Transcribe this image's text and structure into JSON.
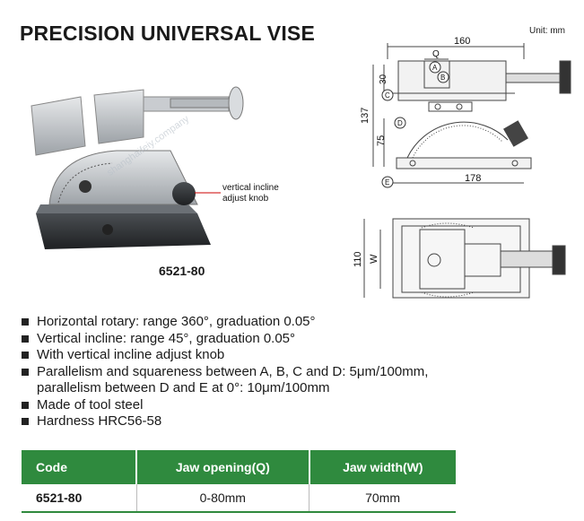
{
  "title": "PRECISION UNIVERSAL VISE",
  "unit": "Unit: mm",
  "photo": {
    "callout": [
      "vertical incline",
      "adjust knob"
    ],
    "watermark": "shanghaifeiy.company"
  },
  "model": "6521-80",
  "side_view": {
    "dim_width": "160",
    "dim_q": "Q",
    "dim_30": "30",
    "dim_137": "137",
    "dim_75": "75",
    "dim_base": "178",
    "labels": [
      "A",
      "B",
      "C",
      "D",
      "E"
    ]
  },
  "top_view": {
    "dim_110": "110",
    "dim_w": "W"
  },
  "specs": [
    "Horizontal rotary: range 360°, graduation 0.05°",
    "Vertical incline: range 45°, graduation 0.05°",
    "With vertical incline adjust knob",
    "Parallelism and squareness between A, B, C and D: 5μm/100mm,",
    "parallelism between D and E at 0°: 10μm/100mm",
    "Made of tool steel",
    "Hardness HRC56-58"
  ],
  "table": {
    "headers": [
      "Code",
      "Jaw opening(Q)",
      "Jaw width(W)"
    ],
    "rows": [
      [
        "6521-80",
        "0-80mm",
        "70mm"
      ]
    ]
  },
  "colors": {
    "table_header": "#2f8a3e",
    "text": "#1a1a1a"
  }
}
